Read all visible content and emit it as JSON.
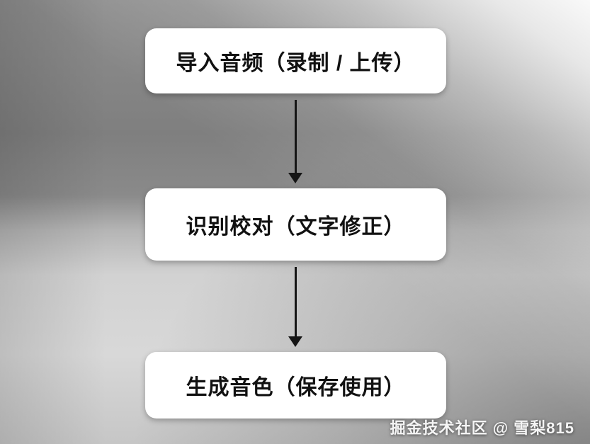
{
  "flowchart": {
    "steps": [
      {
        "label": "导入音频（录制 / 上传）"
      },
      {
        "label": "识别校对（文字修正）"
      },
      {
        "label": "生成音色（保存使用）"
      }
    ]
  },
  "watermark": {
    "text": "掘金技术社区 @ 雪梨815"
  },
  "colors": {
    "box_background": "#ffffff",
    "box_text": "#111111",
    "arrow": "#151515",
    "backdrop_dark": "#7f7f7f",
    "backdrop_light": "#d8d8d8"
  }
}
